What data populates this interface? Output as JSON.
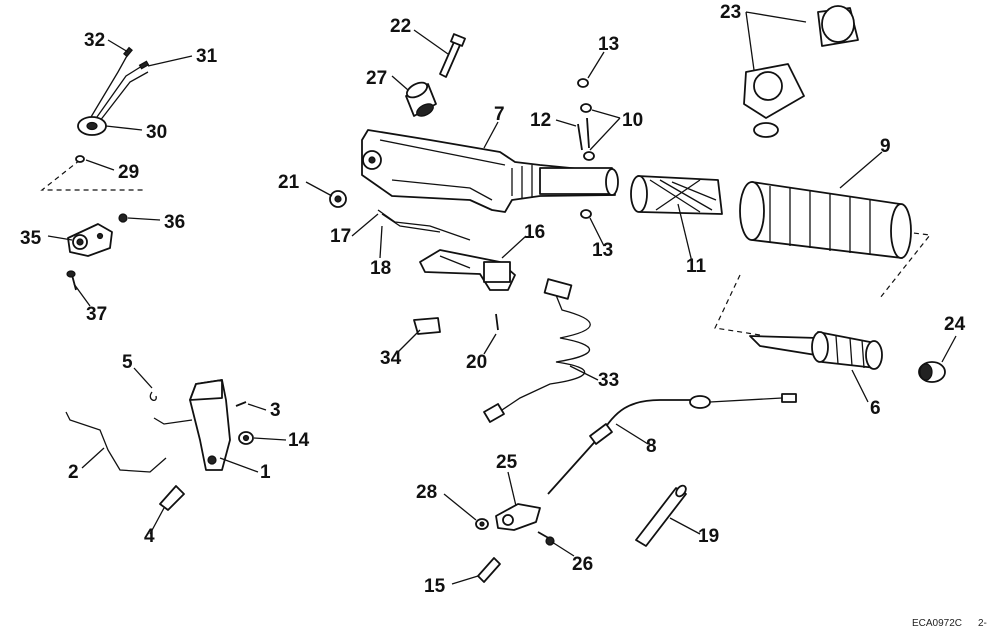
{
  "diagram": {
    "callouts": {
      "c1": "1",
      "c2": "2",
      "c3": "3",
      "c4": "4",
      "c5": "5",
      "c6": "6",
      "c7": "7",
      "c8": "8",
      "c9": "9",
      "c10": "10",
      "c11": "11",
      "c12": "12",
      "c13a": "13",
      "c13b": "13",
      "c14": "14",
      "c15": "15",
      "c16": "16",
      "c17": "17",
      "c18": "18",
      "c19": "19",
      "c20": "20",
      "c21": "21",
      "c22": "22",
      "c23": "23",
      "c24": "24",
      "c25": "25",
      "c26": "26",
      "c27": "27",
      "c28": "28",
      "c29": "29",
      "c30": "30",
      "c31": "31",
      "c32": "32",
      "c33": "33",
      "c34": "34",
      "c35": "35",
      "c36": "36",
      "c37": "37"
    },
    "figure_code": "ECA0972C",
    "page_mark": "2-"
  }
}
